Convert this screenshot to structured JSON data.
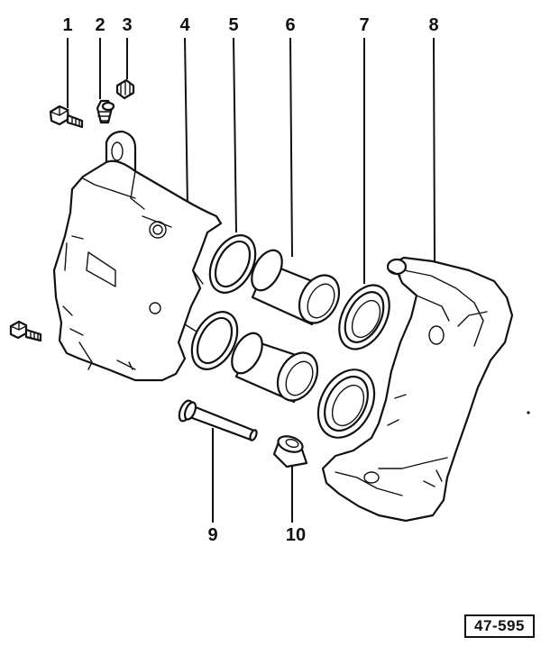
{
  "callouts": [
    {
      "id": "1",
      "label": "1"
    },
    {
      "id": "2",
      "label": "2"
    },
    {
      "id": "3",
      "label": "3"
    },
    {
      "id": "4",
      "label": "4"
    },
    {
      "id": "5",
      "label": "5"
    },
    {
      "id": "6",
      "label": "6"
    },
    {
      "id": "7",
      "label": "7"
    },
    {
      "id": "8",
      "label": "8"
    },
    {
      "id": "9",
      "label": "9"
    },
    {
      "id": "10",
      "label": "10"
    }
  ],
  "reference": "47-595"
}
